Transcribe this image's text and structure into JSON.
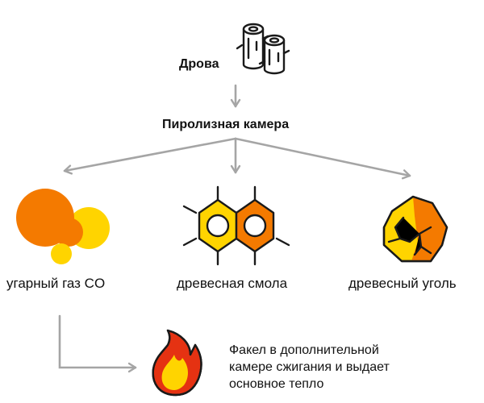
{
  "nodes": {
    "firewood": {
      "label": "Дрова",
      "icon": "firewood-logs-icon"
    },
    "pyrolysis": {
      "label": "Пиролизная камера"
    },
    "gas": {
      "label": "угарный газ CO",
      "icon": "gas-bubbles-icon"
    },
    "tar": {
      "label": "древесная смола",
      "icon": "molecule-icon"
    },
    "charcoal": {
      "label": "древесный уголь",
      "icon": "charcoal-icon"
    },
    "flame": {
      "icon": "flame-icon",
      "description": [
        "Факел в дополнительной",
        "камере сжигания и выдает",
        "основное тепло"
      ]
    }
  },
  "colors": {
    "orange": "#F47A00",
    "yellow": "#FFD400",
    "red": "#E53212",
    "arrow": "#A5A5A5",
    "outline": "#1A1A1A"
  }
}
